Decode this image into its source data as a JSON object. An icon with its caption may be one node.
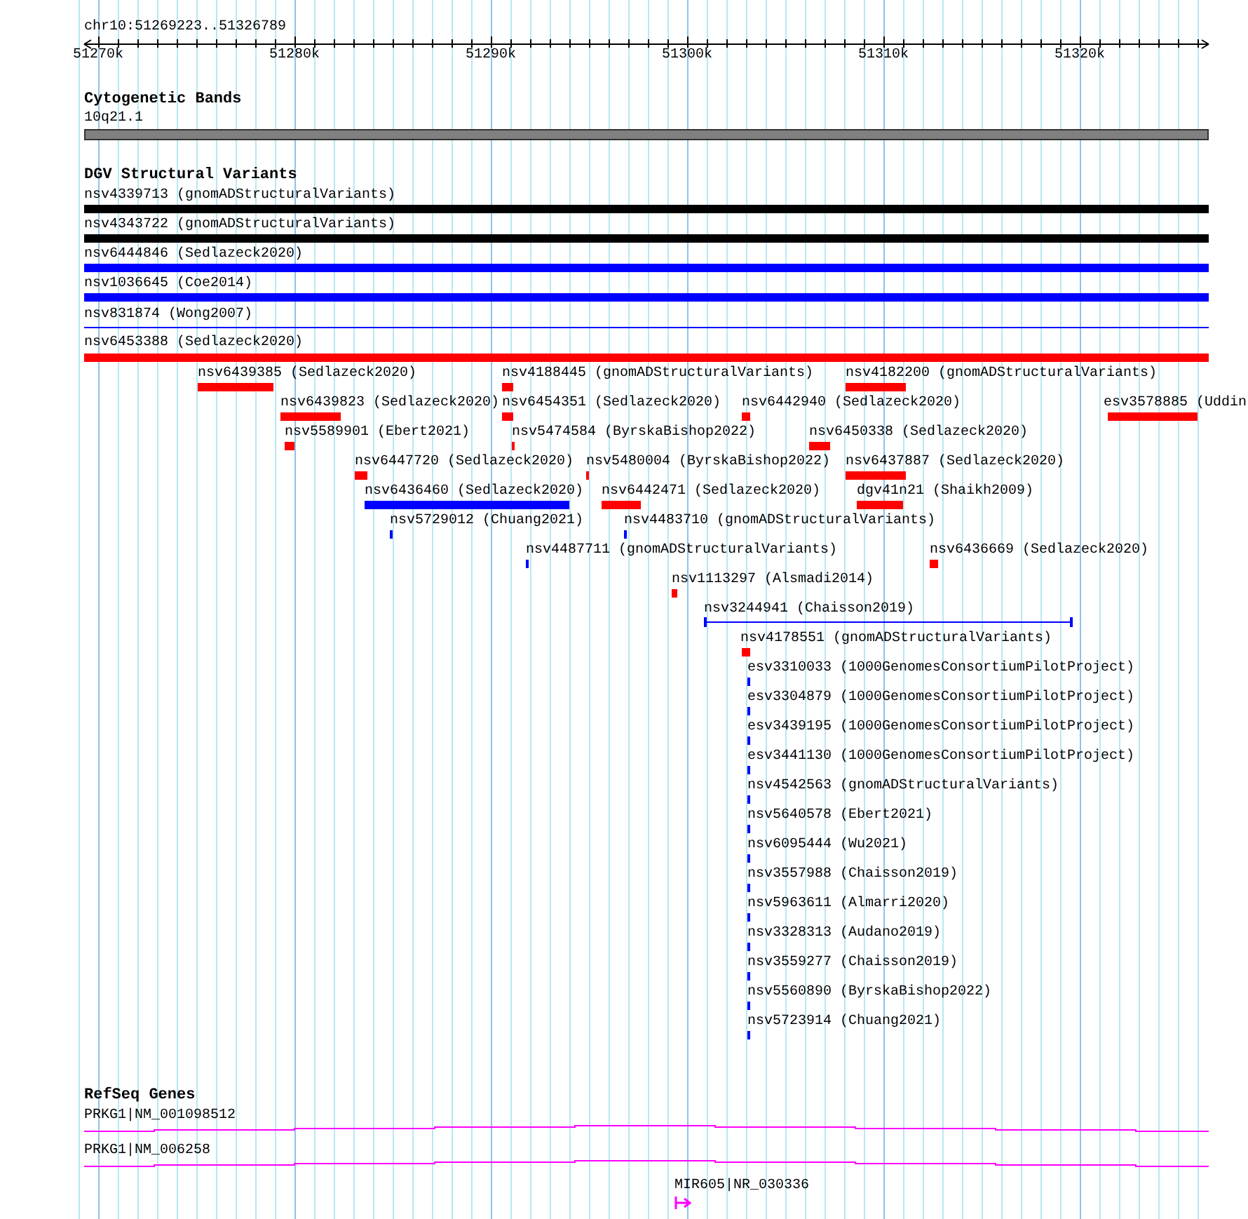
{
  "diagram": {
    "nodes": [
      {
        "text": [
          "10q21.1"
        ]
      },
      {
        "text": [
          "nsv4339713 (gnomADStructuralVariants)"
        ]
      },
      {
        "text": [
          "nsv4343722 (gnomADStructuralVariants)"
        ]
      },
      {
        "text": [
          "nsv6444846 (Sedlazeck2020)"
        ]
      },
      {
        "text": [
          "nsv1036645 (Coe2014)"
        ]
      },
      {
        "text": [
          "nsv831874 (Wong2007)"
        ]
      },
      {
        "text": [
          "nsv6453388 (Sedlazeck2020)"
        ]
      },
      {
        "text": [
          "nsv6439385 (Sedlazeck2020)"
        ]
      },
      {
        "text": [
          "nsv4188445 (gnomADStructuralVariants)"
        ]
      },
      {
        "text": [
          "nsv4182200 (gnomADStructuralVariants)"
        ]
      },
      {
        "text": [
          "nsv6439823 (Sedlazeck2020)"
        ]
      },
      {
        "text": [
          "nsv6454351 (Sedlazeck2020)"
        ]
      },
      {
        "text": [
          "nsv6442940 (Sedlazeck2020)"
        ]
      },
      {
        "text": [
          "esv3578885 (Uddin"
        ]
      },
      {
        "text": [
          "nsv5589901 (Ebert2021)"
        ]
      },
      {
        "text": [
          "nsv5474584 (ByrskaBishop2022)"
        ]
      },
      {
        "text": [
          "nsv6450338 (Sedlazeck2020)"
        ]
      },
      {
        "text": [
          "nsv6447720 (Sedlazeck2020)"
        ]
      },
      {
        "text": [
          "nsv5480004 (ByrskaBishop2022)"
        ]
      },
      {
        "text": [
          "nsv6437887 (Sedlazeck2020)"
        ]
      },
      {
        "text": [
          "nsv6436460 (Sedlazeck2020)"
        ]
      },
      {
        "text": [
          "nsv6442471 (Sedlazeck2020)"
        ]
      },
      {
        "text": [
          "dgv41n21 (Shaikh2009)"
        ]
      },
      {
        "text": [
          "nsv5729012 (Chuang2021)"
        ]
      },
      {
        "text": [
          "nsv4483710 (gnomADStructuralVariants)"
        ]
      },
      {
        "text": [
          "nsv4487711 (gnomADStructuralVariants)"
        ]
      },
      {
        "text": [
          "nsv6436669 (Sedlazeck2020)"
        ]
      },
      {
        "text": [
          "nsv1113297 (Alsmadi2014)"
        ]
      },
      {
        "text": [
          "nsv3244941 (Chaisson2019)"
        ]
      },
      {
        "text": [
          "nsv4178551 (gnomADStructuralVariants)"
        ]
      },
      {
        "text": [
          "esv3310033 (1000GenomesConsortiumPilotProject)"
        ]
      },
      {
        "text": [
          "esv3304879 (1000GenomesConsortiumPilotProject)"
        ]
      },
      {
        "text": [
          "esv3439195 (1000GenomesConsortiumPilotProject)"
        ]
      },
      {
        "text": [
          "esv3441130 (1000GenomesConsortiumPilotProject)"
        ]
      },
      {
        "text": [
          "nsv4542563 (gnomADStructuralVariants)"
        ]
      },
      {
        "text": [
          "nsv5640578 (Ebert2021)"
        ]
      },
      {
        "text": [
          "nsv6095444 (Wu2021)"
        ]
      },
      {
        "text": [
          "nsv3557988 (Chaisson2019)"
        ]
      },
      {
        "text": [
          "nsv5963611 (Almarri2020)"
        ]
      },
      {
        "text": [
          "nsv3328313 (Audano2019)"
        ]
      },
      {
        "text": [
          "nsv3559277 (Chaisson2019)"
        ]
      },
      {
        "text": [
          "nsv5560890 (ByrskaBishop2022)"
        ]
      },
      {
        "text": [
          "nsv5723914 (Chuang2021)"
        ]
      },
      {
        "text": [
          "PRKG1|NM_001098512"
        ]
      },
      {
        "text": [
          "PRKG1|NM_006258"
        ]
      },
      {
        "text": [
          "MIR605|NR_030336"
        ]
      }
    ],
    "labels": [
      "chr10:51269223..51326789",
      "51270k",
      "51280k",
      "51290k",
      "51300k",
      "51310k",
      "51320k",
      "Cytogenetic Bands",
      "DGV Structural Variants",
      "RefSeq Genes"
    ]
  }
}
